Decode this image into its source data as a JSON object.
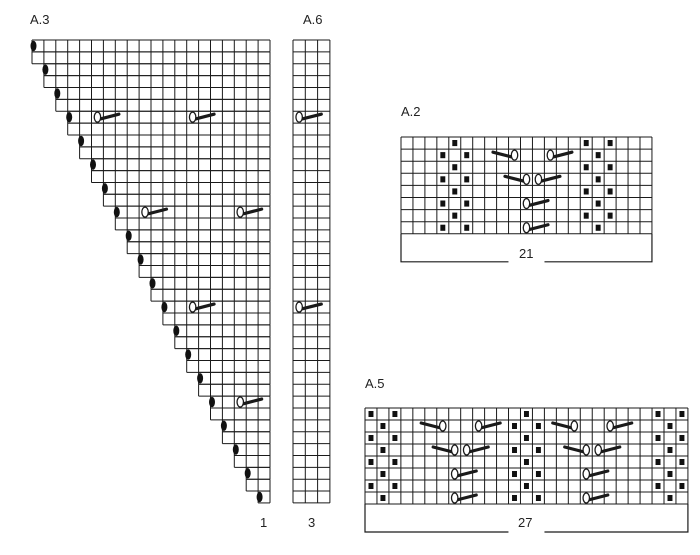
{
  "charts": {
    "A3": {
      "title": "A.3",
      "col_label": "1",
      "cols": 20,
      "rows": 39,
      "staircase": "row r starts at column floor(r/2); dot at first stitch of every even row",
      "yarn_overs": [
        {
          "row": 6,
          "col": 5,
          "dir": "right"
        },
        {
          "row": 6,
          "col": 13,
          "dir": "right"
        },
        {
          "row": 14,
          "col": 9,
          "dir": "right"
        },
        {
          "row": 14,
          "col": 17,
          "dir": "right"
        },
        {
          "row": 22,
          "col": 13,
          "dir": "right"
        },
        {
          "row": 30,
          "col": 17,
          "dir": "right"
        }
      ]
    },
    "A6": {
      "title": "A.6",
      "col_label": "3",
      "cols": 3,
      "rows": 39,
      "yarn_overs": [
        {
          "row": 6,
          "col": 0,
          "dir": "right"
        },
        {
          "row": 22,
          "col": 0,
          "dir": "right"
        }
      ]
    },
    "A2": {
      "title": "A.2",
      "width_label": "21",
      "cols": 21,
      "rows": 8,
      "squares": [
        [
          0,
          4
        ],
        [
          0,
          15
        ],
        [
          0,
          17
        ],
        [
          1,
          3
        ],
        [
          1,
          5
        ],
        [
          1,
          16
        ],
        [
          2,
          4
        ],
        [
          2,
          15
        ],
        [
          2,
          17
        ],
        [
          3,
          3
        ],
        [
          3,
          5
        ],
        [
          3,
          16
        ],
        [
          4,
          4
        ],
        [
          4,
          15
        ],
        [
          4,
          17
        ],
        [
          5,
          3
        ],
        [
          5,
          5
        ],
        [
          5,
          16
        ],
        [
          6,
          4
        ],
        [
          6,
          15
        ],
        [
          6,
          17
        ],
        [
          7,
          3
        ],
        [
          7,
          5
        ],
        [
          7,
          16
        ]
      ],
      "yarn_overs": [
        {
          "row": 1,
          "col": 9,
          "dir": "left"
        },
        {
          "row": 1,
          "col": 12,
          "dir": "right"
        },
        {
          "row": 3,
          "col": 10,
          "dir": "left"
        },
        {
          "row": 3,
          "col": 11,
          "dir": "right"
        },
        {
          "row": 5,
          "col": 10,
          "dir": "right"
        },
        {
          "row": 7,
          "col": 10,
          "dir": "right"
        }
      ]
    },
    "A5": {
      "title": "A.5",
      "width_label": "27",
      "cols": 27,
      "rows": 8,
      "squares": [
        [
          0,
          0
        ],
        [
          0,
          2
        ],
        [
          0,
          13
        ],
        [
          0,
          24
        ],
        [
          0,
          26
        ],
        [
          1,
          1
        ],
        [
          1,
          12
        ],
        [
          1,
          14
        ],
        [
          1,
          25
        ],
        [
          2,
          0
        ],
        [
          2,
          2
        ],
        [
          2,
          13
        ],
        [
          2,
          24
        ],
        [
          2,
          26
        ],
        [
          3,
          1
        ],
        [
          3,
          12
        ],
        [
          3,
          14
        ],
        [
          3,
          25
        ],
        [
          4,
          0
        ],
        [
          4,
          2
        ],
        [
          4,
          13
        ],
        [
          4,
          24
        ],
        [
          4,
          26
        ],
        [
          5,
          1
        ],
        [
          5,
          12
        ],
        [
          5,
          14
        ],
        [
          5,
          25
        ],
        [
          6,
          0
        ],
        [
          6,
          2
        ],
        [
          6,
          13
        ],
        [
          6,
          24
        ],
        [
          6,
          26
        ],
        [
          7,
          1
        ],
        [
          7,
          12
        ],
        [
          7,
          14
        ],
        [
          7,
          25
        ]
      ],
      "yarn_overs": [
        {
          "row": 1,
          "col": 6,
          "dir": "left"
        },
        {
          "row": 1,
          "col": 9,
          "dir": "right"
        },
        {
          "row": 3,
          "col": 7,
          "dir": "left"
        },
        {
          "row": 3,
          "col": 8,
          "dir": "right"
        },
        {
          "row": 5,
          "col": 7,
          "dir": "right"
        },
        {
          "row": 7,
          "col": 7,
          "dir": "right"
        },
        {
          "row": 1,
          "col": 17,
          "dir": "left"
        },
        {
          "row": 1,
          "col": 20,
          "dir": "right"
        },
        {
          "row": 3,
          "col": 18,
          "dir": "left"
        },
        {
          "row": 3,
          "col": 19,
          "dir": "right"
        },
        {
          "row": 5,
          "col": 18,
          "dir": "right"
        },
        {
          "row": 7,
          "col": 18,
          "dir": "right"
        }
      ]
    }
  },
  "symbols": {
    "square": "filled-square",
    "dot": "filled-oval",
    "yarn_over": "open-oval-with-bar"
  },
  "colors": {
    "line": "#1a1a1a",
    "fill": "#111111",
    "bg": "#ffffff"
  }
}
